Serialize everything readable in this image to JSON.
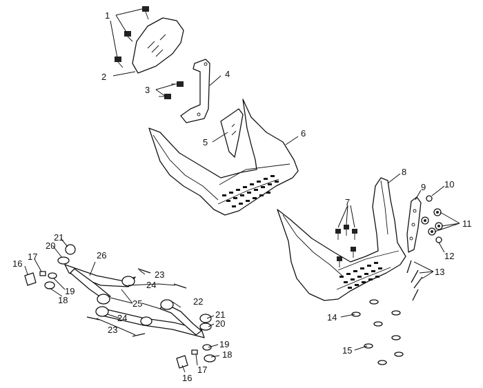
{
  "callouts": [
    {
      "id": "c1",
      "label": "1"
    },
    {
      "id": "c2",
      "label": "2"
    },
    {
      "id": "c3",
      "label": "3"
    },
    {
      "id": "c4",
      "label": "4"
    },
    {
      "id": "c5",
      "label": "5"
    },
    {
      "id": "c6",
      "label": "6"
    },
    {
      "id": "c7",
      "label": "7"
    },
    {
      "id": "c8",
      "label": "8"
    },
    {
      "id": "c9",
      "label": "9"
    },
    {
      "id": "c10",
      "label": "10"
    },
    {
      "id": "c11",
      "label": "11"
    },
    {
      "id": "c12",
      "label": "12"
    },
    {
      "id": "c13",
      "label": "13"
    },
    {
      "id": "c14",
      "label": "14"
    },
    {
      "id": "c15",
      "label": "15"
    },
    {
      "id": "c16a",
      "label": "16"
    },
    {
      "id": "c17a",
      "label": "17"
    },
    {
      "id": "c18a",
      "label": "18"
    },
    {
      "id": "c19a",
      "label": "19"
    },
    {
      "id": "c20a",
      "label": "20"
    },
    {
      "id": "c21a",
      "label": "21"
    },
    {
      "id": "c22",
      "label": "22"
    },
    {
      "id": "c23a",
      "label": "23"
    },
    {
      "id": "c24a",
      "label": "24"
    },
    {
      "id": "c25",
      "label": "25"
    },
    {
      "id": "c26",
      "label": "26"
    },
    {
      "id": "c21b",
      "label": "21"
    },
    {
      "id": "c20b",
      "label": "20"
    },
    {
      "id": "c24b",
      "label": "24"
    },
    {
      "id": "c23b",
      "label": "23"
    },
    {
      "id": "c19b",
      "label": "19"
    },
    {
      "id": "c18b",
      "label": "18"
    },
    {
      "id": "c17b",
      "label": "17"
    },
    {
      "id": "c16b",
      "label": "16"
    }
  ]
}
